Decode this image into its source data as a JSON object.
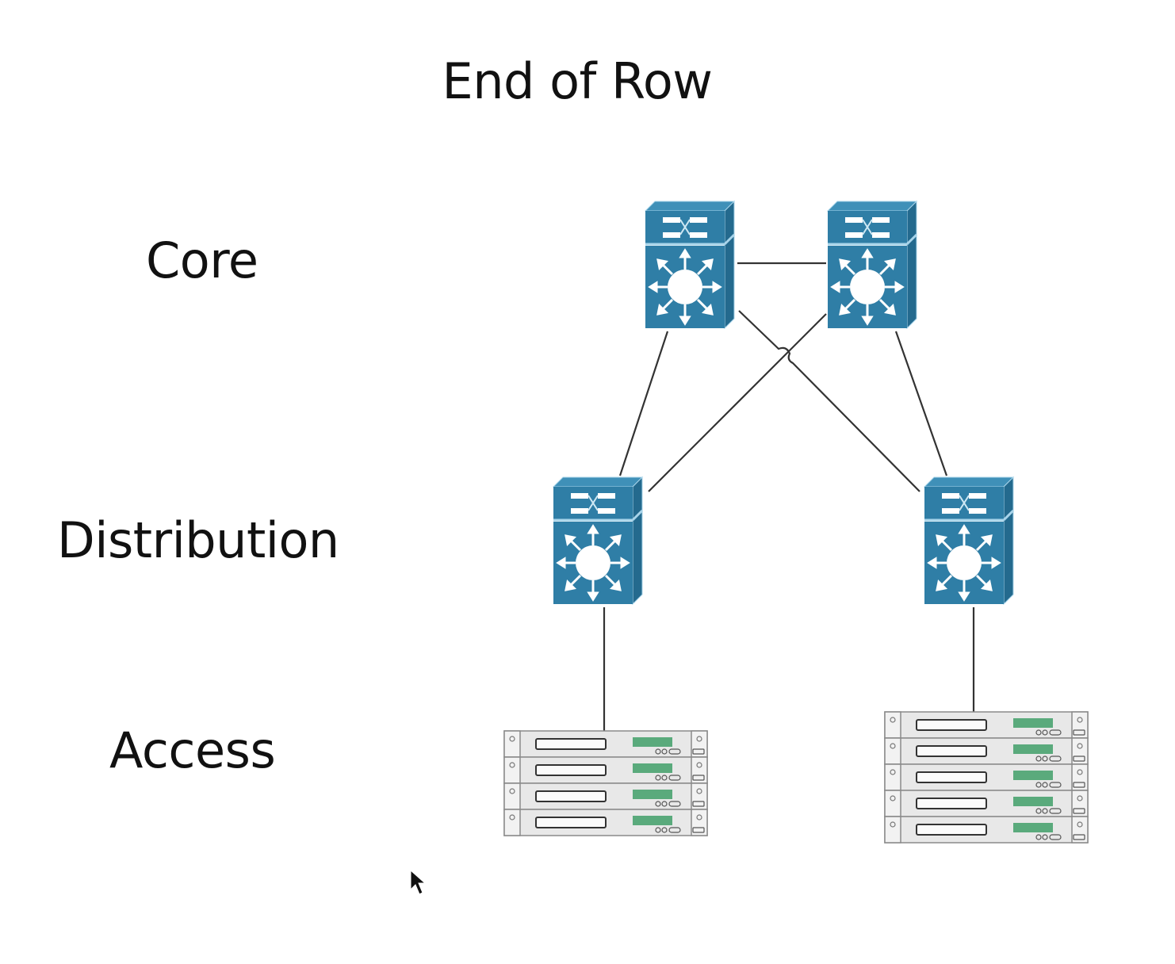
{
  "title": "End of Row",
  "layers": {
    "core": "Core",
    "distribution": "Distribution",
    "access": "Access"
  },
  "colors": {
    "switch_fill": "#2f7ea6",
    "switch_top": "#3f90b8",
    "switch_side": "#246a8e",
    "switch_edge": "#a8d4ea",
    "link": "#333333",
    "server_body": "#e6e6e6",
    "server_lcd": "#5aaa7c"
  },
  "nodes": {
    "core_switches": [
      {
        "id": "core-switch-1",
        "type": "layer3-switch"
      },
      {
        "id": "core-switch-2",
        "type": "layer3-switch"
      }
    ],
    "distribution_switches": [
      {
        "id": "distribution-switch-1",
        "type": "layer3-switch"
      },
      {
        "id": "distribution-switch-2",
        "type": "layer3-switch"
      }
    ],
    "access_racks": [
      {
        "id": "access-rack-1",
        "servers": 4
      },
      {
        "id": "access-rack-2",
        "servers": 5
      }
    ]
  },
  "links": [
    {
      "from": "core-switch-1",
      "to": "core-switch-2"
    },
    {
      "from": "core-switch-1",
      "to": "distribution-switch-1"
    },
    {
      "from": "core-switch-1",
      "to": "distribution-switch-2"
    },
    {
      "from": "core-switch-2",
      "to": "distribution-switch-1"
    },
    {
      "from": "core-switch-2",
      "to": "distribution-switch-2"
    },
    {
      "from": "distribution-switch-1",
      "to": "access-rack-1"
    },
    {
      "from": "distribution-switch-2",
      "to": "access-rack-2"
    }
  ],
  "cursor": "arrow-pointer-icon"
}
